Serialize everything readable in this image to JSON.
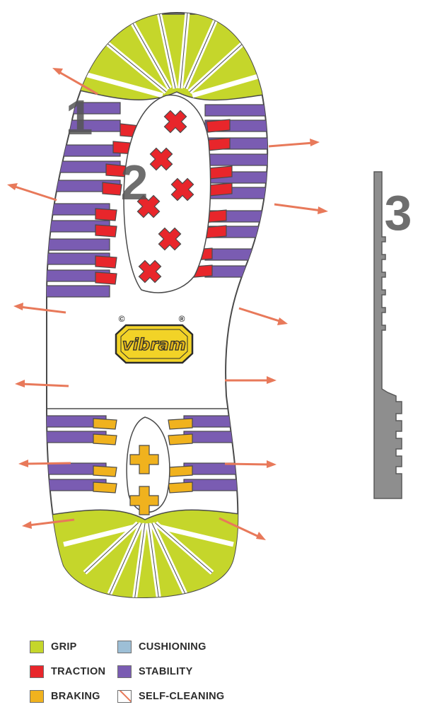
{
  "labels": {
    "zone_1": "1",
    "zone_2": "2",
    "profile_3": "3",
    "brand": "vibram",
    "copyright_mark": "©",
    "registered_mark": "®"
  },
  "legend": [
    {
      "key": "grip",
      "label": "GRIP",
      "color": "#c5d62b"
    },
    {
      "key": "cushioning",
      "label": "CUSHIONING",
      "color": "#9dbfd6"
    },
    {
      "key": "traction",
      "label": "TRACTION",
      "color": "#e8262b"
    },
    {
      "key": "stability",
      "label": "STABILITY",
      "color": "#7a5cb2"
    },
    {
      "key": "braking",
      "label": "BRAKING",
      "color": "#f0b21e"
    },
    {
      "key": "self_cleaning",
      "label": "SELF-CLEANING",
      "color": "#e8795a"
    }
  ],
  "colors": {
    "grip": "#c5d62b",
    "traction": "#e8262b",
    "braking": "#f0b21e",
    "stability": "#7a5cb2",
    "cushioning": "#9dbfd6",
    "arrow": "#e8795a",
    "outline": "#4a4a4a",
    "profile": "#8e8e8e"
  }
}
